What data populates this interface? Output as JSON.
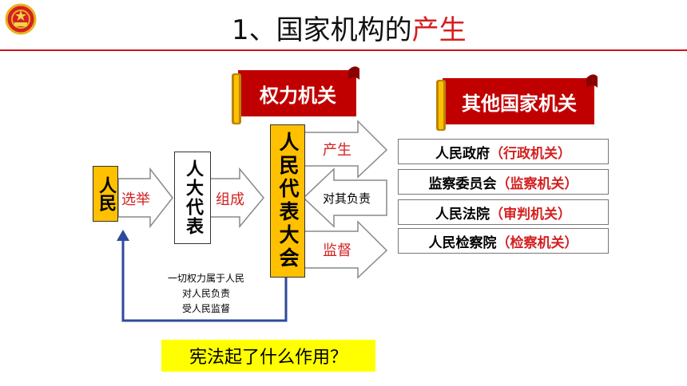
{
  "header": {
    "title_prefix": "1、国家机构的",
    "title_highlight": "产生"
  },
  "banners": {
    "power_organ": "权力机关",
    "other_organs": "其他国家机关"
  },
  "flow": {
    "people": "人民",
    "elect_label": "选举",
    "deputies": "人大代表",
    "compose_label": "组成",
    "congress": "人民代表大会",
    "produce_label": "产生",
    "responsible_label": "对其负责",
    "supervise_label": "监督"
  },
  "organs": [
    {
      "name": "人民政府",
      "category": "（行政机关）"
    },
    {
      "name": "监察委员会",
      "category": "（监察机关）"
    },
    {
      "name": "人民法院",
      "category": "（审判机关）"
    },
    {
      "name": "人民检察院",
      "category": "（检察机关）"
    }
  ],
  "note": {
    "line1": "一切权力属于人民",
    "line2": "对人民负责",
    "line3": "受人民监督"
  },
  "question": "宪法起了什么作用？",
  "colors": {
    "red": "#d42020",
    "banner": "#c00000",
    "yellow": "#ffc000",
    "highlight": "#ffff00",
    "loop_line": "#2e4a9a"
  },
  "icons": {
    "emblem": "national-emblem-icon"
  }
}
